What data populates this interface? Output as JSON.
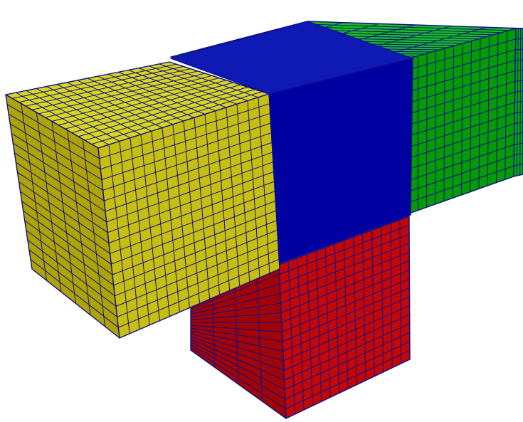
{
  "scene": {
    "background": "#ffffff",
    "mesh_line_color": "#0d0d8c",
    "blocks": [
      {
        "id": "green-block",
        "grid": 14,
        "faces": [
          {
            "name": "green-block-top",
            "color": "#17c017",
            "grid_u": 14,
            "grid_v": 6
          },
          {
            "name": "green-block-front",
            "color": "#059b05",
            "grid_u": 12,
            "grid_v": 14
          },
          {
            "name": "green-block-right",
            "color": "#0aa80a",
            "grid_u": 3,
            "grid_v": 14
          }
        ]
      },
      {
        "id": "blue-block",
        "grid": 0,
        "faces": [
          {
            "name": "blue-block-top",
            "color": "#0f1ab5",
            "grid_u": 14,
            "grid_v": 6
          },
          {
            "name": "blue-block-front",
            "color": "#0000a0",
            "grid_u": 12,
            "grid_v": 14
          }
        ]
      },
      {
        "id": "red-block",
        "grid": 16,
        "faces": [
          {
            "name": "red-block-front",
            "color": "#c20707",
            "grid_u": 14,
            "grid_v": 16
          },
          {
            "name": "red-block-left",
            "color": "#a00404",
            "grid_u": 4,
            "grid_v": 16
          }
        ]
      },
      {
        "id": "yellow-block",
        "grid": 14,
        "faces": [
          {
            "name": "yellow-block-top",
            "color": "#d8d520",
            "grid_u": 16,
            "grid_v": 14
          },
          {
            "name": "yellow-block-left",
            "color": "#aea304",
            "grid_u": 6,
            "grid_v": 18
          },
          {
            "name": "yellow-block-front",
            "color": "#c7bf10",
            "grid_u": 16,
            "grid_v": 18
          }
        ]
      }
    ]
  }
}
